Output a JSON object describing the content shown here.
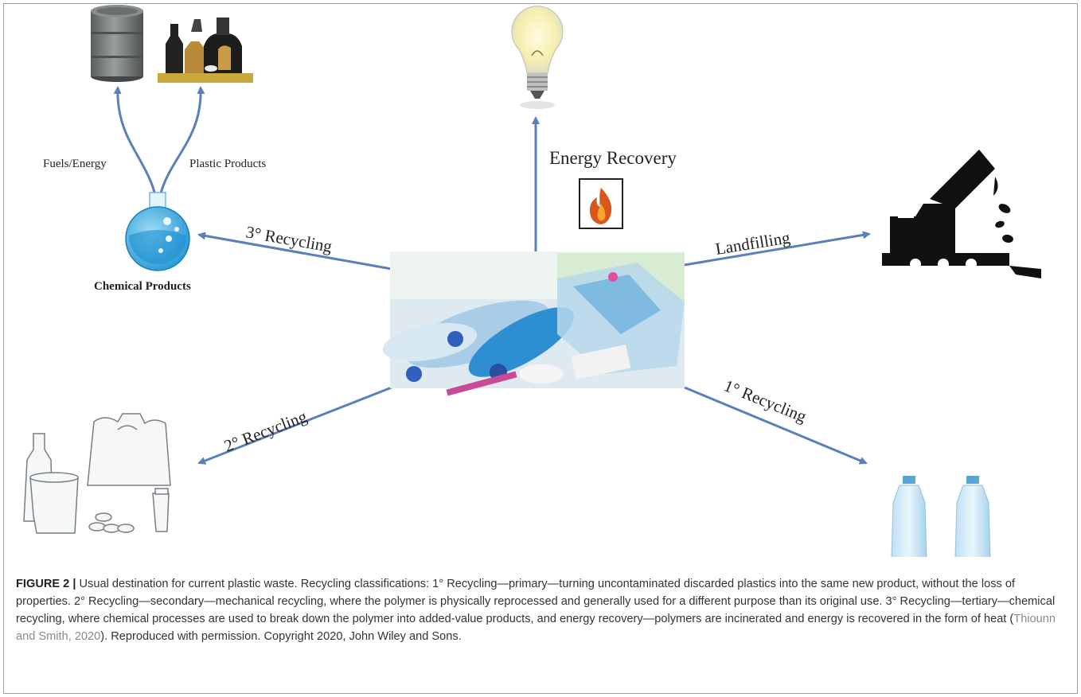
{
  "diagram": {
    "center": "plastic waste",
    "labels": {
      "fuels": "Fuels/Energy",
      "plastic_products": "Plastic Products",
      "chemical_products": "Chemical Products",
      "energy_recovery": "Energy Recovery",
      "landfilling": "Landfilling",
      "tertiary": "3° Recycling",
      "secondary": "2° Recycling",
      "primary": "1° Recycling"
    },
    "colors": {
      "arrow": "#5b7fb8",
      "flask": "#39a9e0",
      "barrel": "#6f7373",
      "landfill": "#111111",
      "flame": "#d9561c"
    }
  },
  "caption": {
    "label": "FIGURE 2 |",
    "text_a": " Usual destination for current plastic waste. Recycling classifications: 1° Recycling—primary—turning uncontaminated discarded plastics into the same new product, without the loss of properties. 2° Recycling—secondary—mechanical recycling, where the polymer is physically reprocessed and generally used for a different purpose than its original use. 3° Recycling—tertiary—chemical recycling, where chemical processes are used to break down the polymer into added-value products, and energy recovery—polymers are incinerated and energy is recovered in the form of heat (",
    "citation": "Thiounn and Smith, 2020",
    "text_b": "). Reproduced with permission. Copyright 2020, John Wiley and Sons."
  }
}
